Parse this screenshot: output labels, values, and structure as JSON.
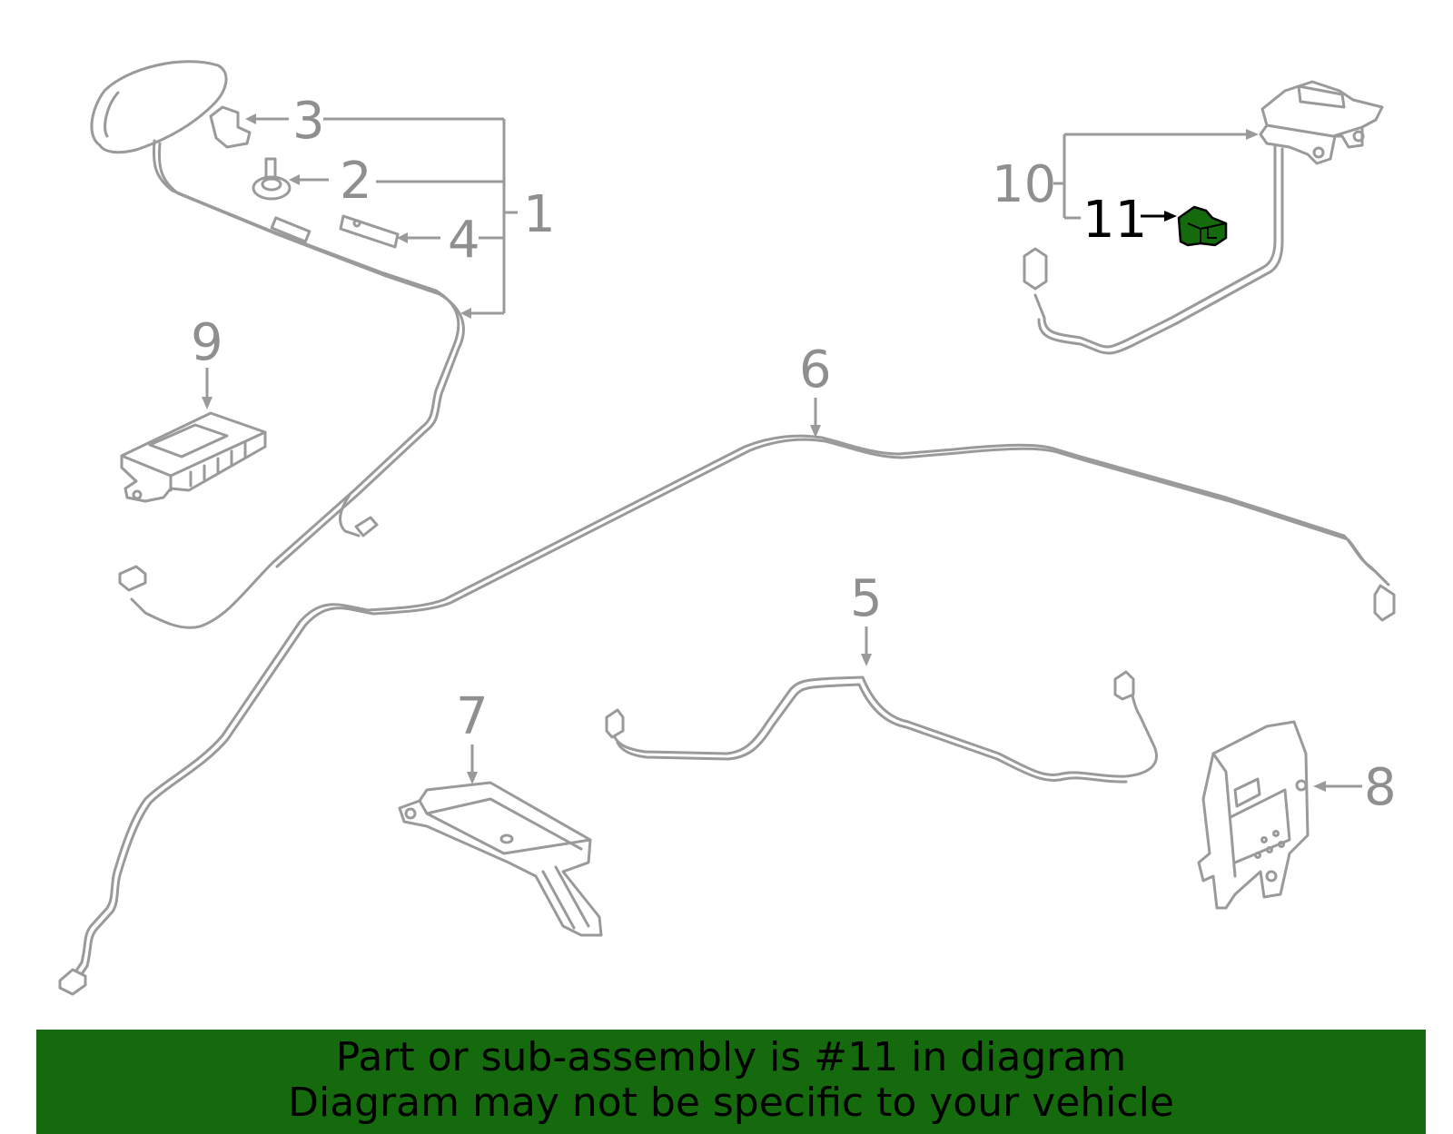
{
  "callouts": {
    "c1": "1",
    "c2": "2",
    "c3": "3",
    "c4": "4",
    "c5": "5",
    "c6": "6",
    "c7": "7",
    "c8": "8",
    "c9": "9",
    "c10": "10",
    "c11": "11"
  },
  "highlighted_part": "11",
  "colors": {
    "highlight": "#156a0d",
    "line": "#9a9a9a",
    "banner": "#156a0d"
  },
  "banner": {
    "line1": "Part or sub-assembly is #11 in diagram",
    "line2": "Diagram may not be specific to your vehicle"
  }
}
